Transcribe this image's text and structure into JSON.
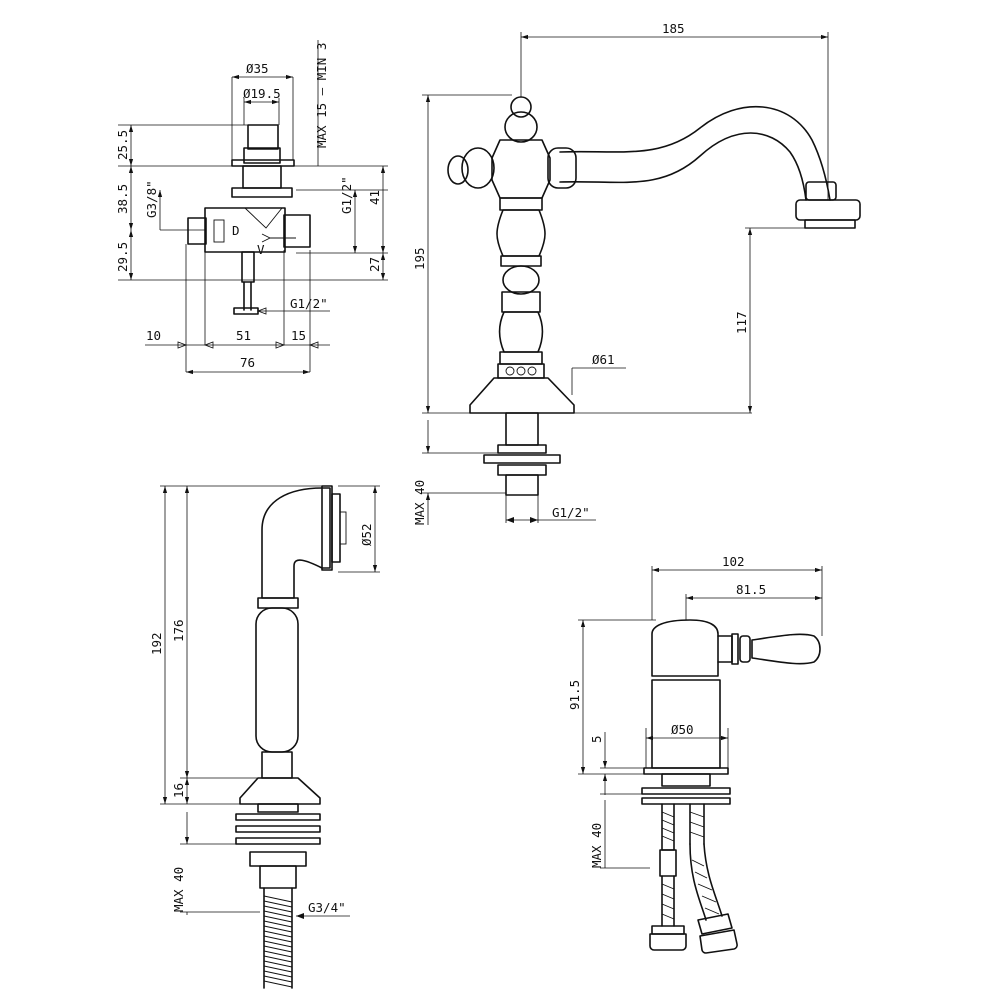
{
  "colors": {
    "line": "#111111",
    "background": "#ffffff"
  },
  "views": {
    "valve_detail": {
      "labels": {
        "dia_35": "Ø35",
        "dia_19_5": "Ø19.5",
        "max_min": "MAX 15 – MIN 3",
        "h_25_5": "25.5",
        "h_38_5": "38.5",
        "g_3_8": "G3/8\"",
        "h_29_5": "29.5",
        "g_1_2_side": "G1/2\"",
        "h_41": "41",
        "h_27": "27",
        "g_1_2_bottom": "G1/2\"",
        "w_10": "10",
        "w_51": "51",
        "w_15": "15",
        "w_76": "76",
        "mark_d": "D",
        "mark_v": "V"
      }
    },
    "spout_mixer": {
      "labels": {
        "reach_185": "185",
        "height_195": "195",
        "height_117": "117",
        "dia_61": "Ø61",
        "max_40": "MAX 40",
        "thread": "G1/2\""
      }
    },
    "hand_shower": {
      "labels": {
        "height_192": "192",
        "height_176": "176",
        "dia_52": "Ø52",
        "base_16": "16",
        "max_40": "MAX 40",
        "thread": "G3/4\""
      }
    },
    "lever_mixer": {
      "labels": {
        "width_102": "102",
        "width_81_5": "81.5",
        "height_91_5": "91.5",
        "base_5": "5",
        "dia_50": "Ø50",
        "max_40": "MAX 40"
      }
    }
  }
}
